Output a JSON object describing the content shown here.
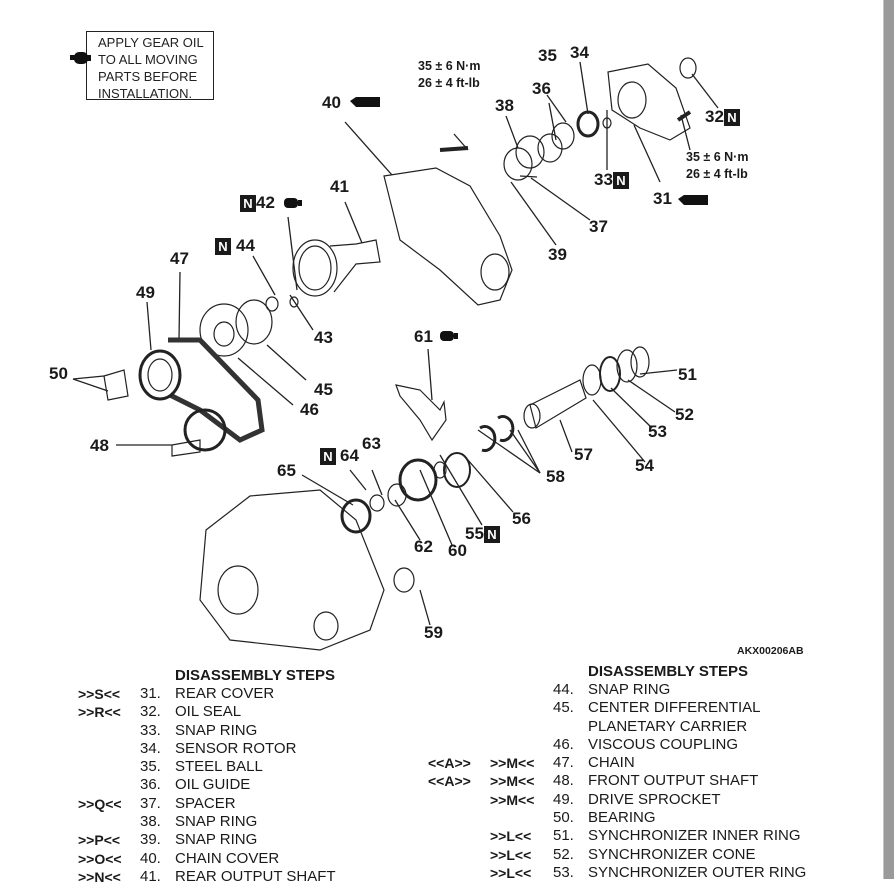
{
  "note": {
    "icon": "gear-oil-can-icon",
    "text": "APPLY GEAR OIL\nTO ALL MOVING\nPARTS BEFORE\nINSTALLATION."
  },
  "figure_code": "AKX00206AB",
  "torque_specs": [
    {
      "id": "chain-cover-bolt",
      "text": "35 ± 6 N·m\n26 ± 4 ft-lb"
    },
    {
      "id": "rear-cover-bolt",
      "text": "35 ± 6 N·m\n26 ± 4 ft-lb"
    }
  ],
  "callouts": [
    {
      "label": "31",
      "new_part": false,
      "icon": "sealant-tube-icon"
    },
    {
      "label": "32",
      "new_part": true
    },
    {
      "label": "33",
      "new_part": true
    },
    {
      "label": "34",
      "new_part": false
    },
    {
      "label": "35",
      "new_part": false
    },
    {
      "label": "36",
      "new_part": false
    },
    {
      "label": "37",
      "new_part": false
    },
    {
      "label": "38",
      "new_part": false
    },
    {
      "label": "39",
      "new_part": false
    },
    {
      "label": "40",
      "new_part": false,
      "icon": "sealant-tube-icon"
    },
    {
      "label": "41",
      "new_part": false
    },
    {
      "label": "42",
      "new_part": true,
      "icon": "gear-oil-can-icon"
    },
    {
      "label": "43",
      "new_part": false
    },
    {
      "label": "44",
      "new_part": true
    },
    {
      "label": "45",
      "new_part": false
    },
    {
      "label": "46",
      "new_part": false
    },
    {
      "label": "47",
      "new_part": false
    },
    {
      "label": "48",
      "new_part": false
    },
    {
      "label": "49",
      "new_part": false
    },
    {
      "label": "50",
      "new_part": false
    },
    {
      "label": "51",
      "new_part": false
    },
    {
      "label": "52",
      "new_part": false
    },
    {
      "label": "53",
      "new_part": false
    },
    {
      "label": "54",
      "new_part": false
    },
    {
      "label": "55",
      "new_part": true
    },
    {
      "label": "56",
      "new_part": false
    },
    {
      "label": "57",
      "new_part": false
    },
    {
      "label": "58",
      "new_part": false
    },
    {
      "label": "59",
      "new_part": false
    },
    {
      "label": "60",
      "new_part": false
    },
    {
      "label": "61",
      "new_part": false,
      "icon": "gear-oil-can-icon"
    },
    {
      "label": "62",
      "new_part": false
    },
    {
      "label": "63",
      "new_part": false
    },
    {
      "label": "64",
      "new_part": true
    },
    {
      "label": "65",
      "new_part": false
    }
  ],
  "new_part_badge": "N",
  "left_steps": {
    "title": "DISASSEMBLY STEPS",
    "rows": [
      {
        "mark1": "",
        "mark2": ">>S<<",
        "num": "31.",
        "name": "REAR COVER"
      },
      {
        "mark1": "",
        "mark2": ">>R<<",
        "num": "32.",
        "name": "OIL SEAL"
      },
      {
        "mark1": "",
        "mark2": "",
        "num": "33.",
        "name": "SNAP RING"
      },
      {
        "mark1": "",
        "mark2": "",
        "num": "34.",
        "name": "SENSOR ROTOR"
      },
      {
        "mark1": "",
        "mark2": "",
        "num": "35.",
        "name": "STEEL BALL"
      },
      {
        "mark1": "",
        "mark2": "",
        "num": "36.",
        "name": "OIL GUIDE"
      },
      {
        "mark1": "",
        "mark2": ">>Q<<",
        "num": "37.",
        "name": "SPACER"
      },
      {
        "mark1": "",
        "mark2": "",
        "num": "38.",
        "name": "SNAP RING"
      },
      {
        "mark1": "",
        "mark2": ">>P<<",
        "num": "39.",
        "name": "SNAP RING"
      },
      {
        "mark1": "",
        "mark2": ">>O<<",
        "num": "40.",
        "name": "CHAIN COVER"
      },
      {
        "mark1": "",
        "mark2": ">>N<<",
        "num": "41.",
        "name": "REAR OUTPUT SHAFT"
      }
    ]
  },
  "right_steps": {
    "title": "DISASSEMBLY STEPS",
    "rows": [
      {
        "mark1": "",
        "mark2": "",
        "num": "44.",
        "name": "SNAP RING"
      },
      {
        "mark1": "",
        "mark2": "",
        "num": "45.",
        "name": "CENTER DIFFERENTIAL"
      },
      {
        "mark1": "",
        "mark2": "",
        "num": "",
        "name": "PLANETARY CARRIER"
      },
      {
        "mark1": "",
        "mark2": "",
        "num": "46.",
        "name": "VISCOUS COUPLING"
      },
      {
        "mark1": "<<A>>",
        "mark2": ">>M<<",
        "num": "47.",
        "name": "CHAIN"
      },
      {
        "mark1": "<<A>>",
        "mark2": ">>M<<",
        "num": "48.",
        "name": "FRONT OUTPUT SHAFT"
      },
      {
        "mark1": "",
        "mark2": ">>M<<",
        "num": "49.",
        "name": "DRIVE SPROCKET"
      },
      {
        "mark1": "",
        "mark2": "",
        "num": "50.",
        "name": "BEARING"
      },
      {
        "mark1": "",
        "mark2": ">>L<<",
        "num": "51.",
        "name": "SYNCHRONIZER INNER RING"
      },
      {
        "mark1": "",
        "mark2": ">>L<<",
        "num": "52.",
        "name": "SYNCHRONIZER CONE"
      },
      {
        "mark1": "",
        "mark2": ">>L<<",
        "num": "53.",
        "name": "SYNCHRONIZER OUTER RING"
      }
    ]
  }
}
